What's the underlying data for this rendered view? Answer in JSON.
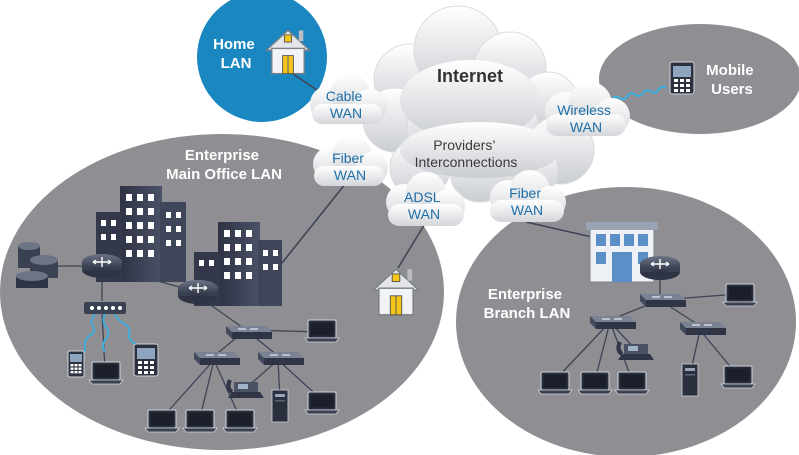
{
  "zones": {
    "home": [
      "Home",
      "LAN"
    ],
    "mobile": [
      "Mobile",
      "Users"
    ],
    "main_office": [
      "Enterprise",
      "Main Office LAN"
    ],
    "branch": [
      "Enterprise",
      "Branch LAN"
    ]
  },
  "clouds": {
    "internet": "Internet",
    "providers": [
      "Providers’",
      "Interconnections"
    ],
    "cable_wan": [
      "Cable",
      "WAN"
    ],
    "wireless_wan": [
      "Wireless",
      "WAN"
    ],
    "fiber_wan_main": [
      "Fiber",
      "WAN"
    ],
    "adsl_wan": [
      "ADSL",
      "WAN"
    ],
    "fiber_wan_branch": [
      "Fiber",
      "WAN"
    ]
  },
  "colors": {
    "home_zone": "#1a87c0",
    "gray_zone": "#8e8e93",
    "wan_label": "#1f6fa8",
    "cable_link": "#3bb0e0",
    "building": "#3c4255"
  }
}
